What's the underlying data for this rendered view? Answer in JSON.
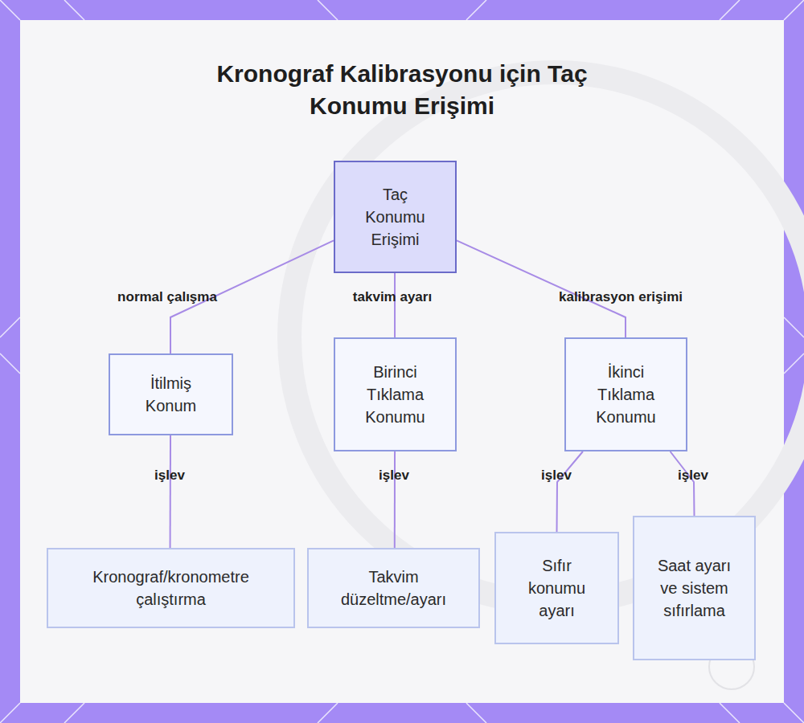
{
  "diagram": {
    "title": "Kronograf Kalibrasyonu için Taç Konumu Erişimi",
    "nodes": [
      {
        "text": [
          "Taç Konumu Erişimi"
        ]
      },
      {
        "text": [
          "İtilmiş Konum"
        ]
      },
      {
        "text": [
          "Birinci Tıklama Konumu"
        ]
      },
      {
        "text": [
          "İkinci Tıklama Konumu"
        ]
      },
      {
        "text": [
          "Kronograf/kronometre çalıştırma"
        ]
      },
      {
        "text": [
          "Takvim düzeltme/ayarı"
        ]
      },
      {
        "text": [
          "Sıfır konumu ayarı"
        ]
      },
      {
        "text": [
          "Saat ayarı ve sistem sıfırlama"
        ]
      }
    ],
    "edges": [
      {
        "from": 0,
        "to": 1,
        "label": "normal çalışma",
        "arrow": "none"
      },
      {
        "from": 0,
        "to": 2,
        "label": "takvim ayarı",
        "arrow": "none"
      },
      {
        "from": 0,
        "to": 3,
        "label": "kalibrasyon erişimi",
        "arrow": "none"
      },
      {
        "from": 1,
        "to": 4,
        "label": "işlev",
        "arrow": "none"
      },
      {
        "from": 2,
        "to": 5,
        "label": "işlev",
        "arrow": "none"
      },
      {
        "from": 3,
        "to": 6,
        "label": "işlev",
        "arrow": "none"
      },
      {
        "from": 3,
        "to": 7,
        "label": "işlev",
        "arrow": "none"
      }
    ]
  }
}
